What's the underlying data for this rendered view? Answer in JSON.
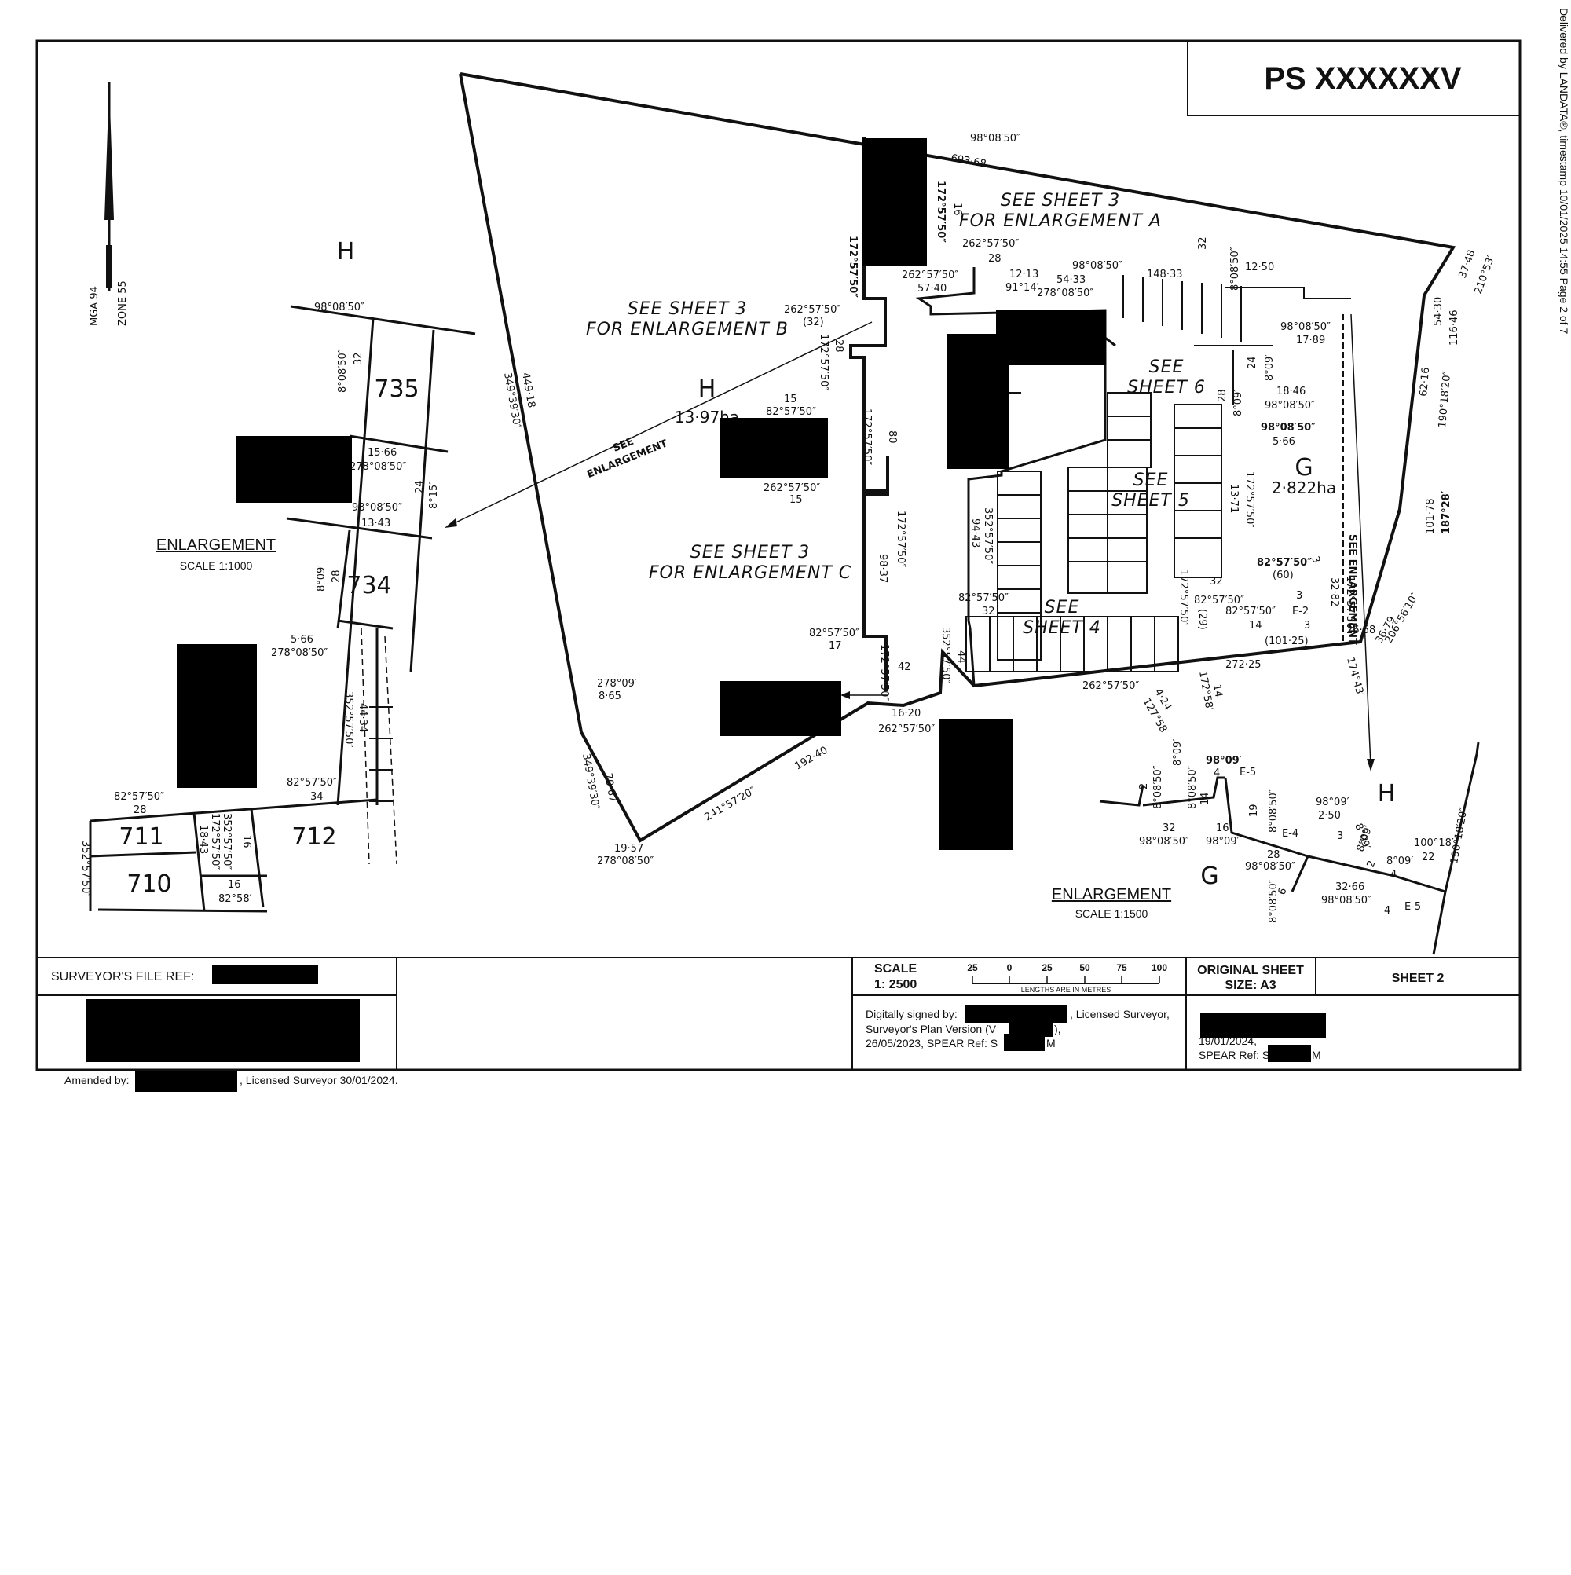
{
  "header": {
    "plan_number": "PS XXXXXXV",
    "delivery_stamp": "Delivered by LANDATA®, timestamp 10/01/2025 14:55   Page 2 of 7"
  },
  "north_arrow": {
    "datum": "MGA 94",
    "zone": "ZONE 55"
  },
  "parcels": {
    "H_main": {
      "letter": "H",
      "area": "13·97ha"
    },
    "G_main": {
      "letter": "G",
      "area": "2·822ha"
    },
    "H_left": "H",
    "H_right": "H",
    "G_lower": "G",
    "lot_735": "735",
    "lot_734": "734",
    "lot_711": "711",
    "lot_710": "710",
    "lot_712": "712"
  },
  "notes": {
    "see_sheet3_a_1": "SEE SHEET 3",
    "see_sheet3_a_2": "FOR ENLARGEMENT A",
    "see_sheet3_b_1": "SEE SHEET 3",
    "see_sheet3_b_2": "FOR ENLARGEMENT B",
    "see_sheet3_c_1": "SEE SHEET 3",
    "see_sheet3_c_2": "FOR ENLARGEMENT C",
    "see_sheet4_1": "SEE",
    "see_sheet4_2": "SHEET 4",
    "see_sheet5_1": "SEE",
    "see_sheet5_2": "SHEET 5",
    "see_sheet6_1": "SEE",
    "see_sheet6_2": "SHEET 6",
    "see_enlargement_1": "SEE",
    "see_enlargement_2": "ENLARGEMENT",
    "see_enlargement_right": "SEE ENLARGEMENT"
  },
  "enlargements": {
    "left": {
      "title": "ENLARGEMENT",
      "scale": "SCALE 1:1000"
    },
    "right": {
      "title": "ENLARGEMENT",
      "scale": "SCALE 1:1500"
    }
  },
  "dimensions": {
    "d1": "98°08′50″",
    "d2": "693·68",
    "d3": "172°57′50″",
    "d4": "16",
    "d5": "262°57′50″",
    "d6": "28",
    "d7": "262°57′50″",
    "d8": "57·40",
    "d9": "98°08′50″",
    "d10": "12·13",
    "d11": "54·33",
    "d12": "91°14′",
    "d13": "278°08′50″",
    "d14": "148·33",
    "d15": "32",
    "d16": "8°08′50″",
    "d17": "12·50",
    "d18": "37·48",
    "d19": "210°53′",
    "d20": "54·30",
    "d21": "116·46",
    "d22": "62·16",
    "d23": "190°18′20″",
    "d24": "98°08′50″",
    "d25": "17·89",
    "d26": "24",
    "d27": "8°09′",
    "d28": "18·46",
    "d29": "98°08′50″",
    "d30": "28",
    "d31": "8°09′",
    "d32": "98°08′50″",
    "d33": "5·66",
    "d34": "101·78",
    "d35": "187°28′",
    "d36": "172°57′50″",
    "d37": "13·71",
    "d38": "82°57′50″",
    "d39": "(60)",
    "d40": "3",
    "d41": "32·82",
    "d42": "172°57′50″",
    "d43": "36·79",
    "d44": "206°56′10″",
    "d45": "26·68",
    "d46": "3",
    "d47": "E-2",
    "d48": "3",
    "d49": "(101·25)",
    "d50": "174°43′",
    "d51": "272·25",
    "d52": "82°57′50″",
    "d53": "14",
    "d54": "82°57′50″",
    "d55": "172°57′50″",
    "d56": "(29)",
    "d57": "32",
    "d58": "4·24",
    "d59": "127°58′",
    "d60": "14",
    "d61": "172°58′",
    "d62": "262°57′50″",
    "d63": "44",
    "d64": "352°57′50″",
    "d65": "82°57′50″",
    "d66": "32",
    "d67": "94·43",
    "d68": "352°57′50″",
    "d69": "262°57′50″",
    "d70": "(32)",
    "d71": "28",
    "d72": "172°57′50″",
    "d73": "15",
    "d74": "82°57′50″",
    "d75": "80",
    "d76": "172°57′50″",
    "d77": "262°57′50″",
    "d78": "15",
    "d79": "172°57′50″",
    "d80": "98·37",
    "d81": "82°57′50″",
    "d82": "17",
    "d83": "42",
    "d84": "172°57′50″",
    "d85": "16·20",
    "d86": "262°57′50″",
    "d87": "192·40",
    "d88": "241°57′20″",
    "d89": "19·57",
    "d90": "278°08′50″",
    "d91": "349°39′30″",
    "d92": "70·67",
    "d93": "278°09′",
    "d94": "8·65",
    "d95": "349°39′30″",
    "d96": "449·18",
    "d97": "172°57′50″"
  },
  "left_enlargement_dims": {
    "e1": "98°08′50″",
    "e2": "32",
    "e3": "8°08′50″",
    "e4": "15·66",
    "e5": "278°08′50″",
    "e6": "24",
    "e7": "8°15′",
    "e8": "98°08′50″",
    "e9": "13·43",
    "e10": "8°09′",
    "e11": "28",
    "e12": "5·66",
    "e13": "278°08′50″",
    "e14": "44·34",
    "e15": "352°57′50″",
    "e16": "82°57′50″",
    "e17": "28",
    "e18": "82°57′50″",
    "e19": "34",
    "e20": "16",
    "e21": "352°57′50″",
    "e22": "172°57′50″",
    "e23": "18·43",
    "e24": "16",
    "e25": "82°58′",
    "e26": "352°57′50″"
  },
  "right_enlargement_dims": {
    "r1": "2",
    "r2": "8°08′50″",
    "r3": "8°09′",
    "r4": "98°09′",
    "r5": "4",
    "r6": "E-5",
    "r7": "8°08′50″",
    "r8": "14",
    "r9": "19",
    "r10": "8°08′50″",
    "r11": "32",
    "r12": "98°08′50″",
    "r13": "16",
    "r14": "98°09′",
    "r15": "98°09′",
    "r16": "2·50",
    "r17": "E-4",
    "r18": "3",
    "r19": "8°09′",
    "r20": "28",
    "r21": "98°08′50″",
    "r22": "6",
    "r23": "8°08′50″",
    "r24": "8°09′",
    "r25": "2",
    "r26": "8°09′",
    "r27": "4",
    "r28": "100°18′",
    "r29": "22",
    "r30": "32·66",
    "r31": "98°08′50″",
    "r32": "4",
    "r33": "E-5",
    "r34": "190°18′20″"
  },
  "title_block": {
    "file_ref_label": "SURVEYOR'S FILE REF:",
    "scale_label": "SCALE",
    "scale_value": "1: 2500",
    "scale_ticks": [
      "25",
      "0",
      "25",
      "50",
      "75",
      "100"
    ],
    "scale_units": "LENGTHS ARE IN METRES",
    "original_sheet_1": "ORIGINAL SHEET",
    "original_sheet_2": "SIZE: A3",
    "sheet_label": "SHEET   2",
    "signed_line1_a": "Digitally signed by:",
    "signed_line1_b": ", Licensed Surveyor,",
    "signed_line2": "Surveyor's Plan Version (V",
    "signed_line2_b": "),",
    "signed_line3": "26/05/2023, SPEAR Ref: S",
    "signed_line3_b": "M",
    "right_line1": "19/01/2024,",
    "right_line2": "SPEAR Ref: S",
    "right_line2_b": "M",
    "amended_a": "Amended by:",
    "amended_b": ", Licensed Surveyor 30/01/2024."
  }
}
